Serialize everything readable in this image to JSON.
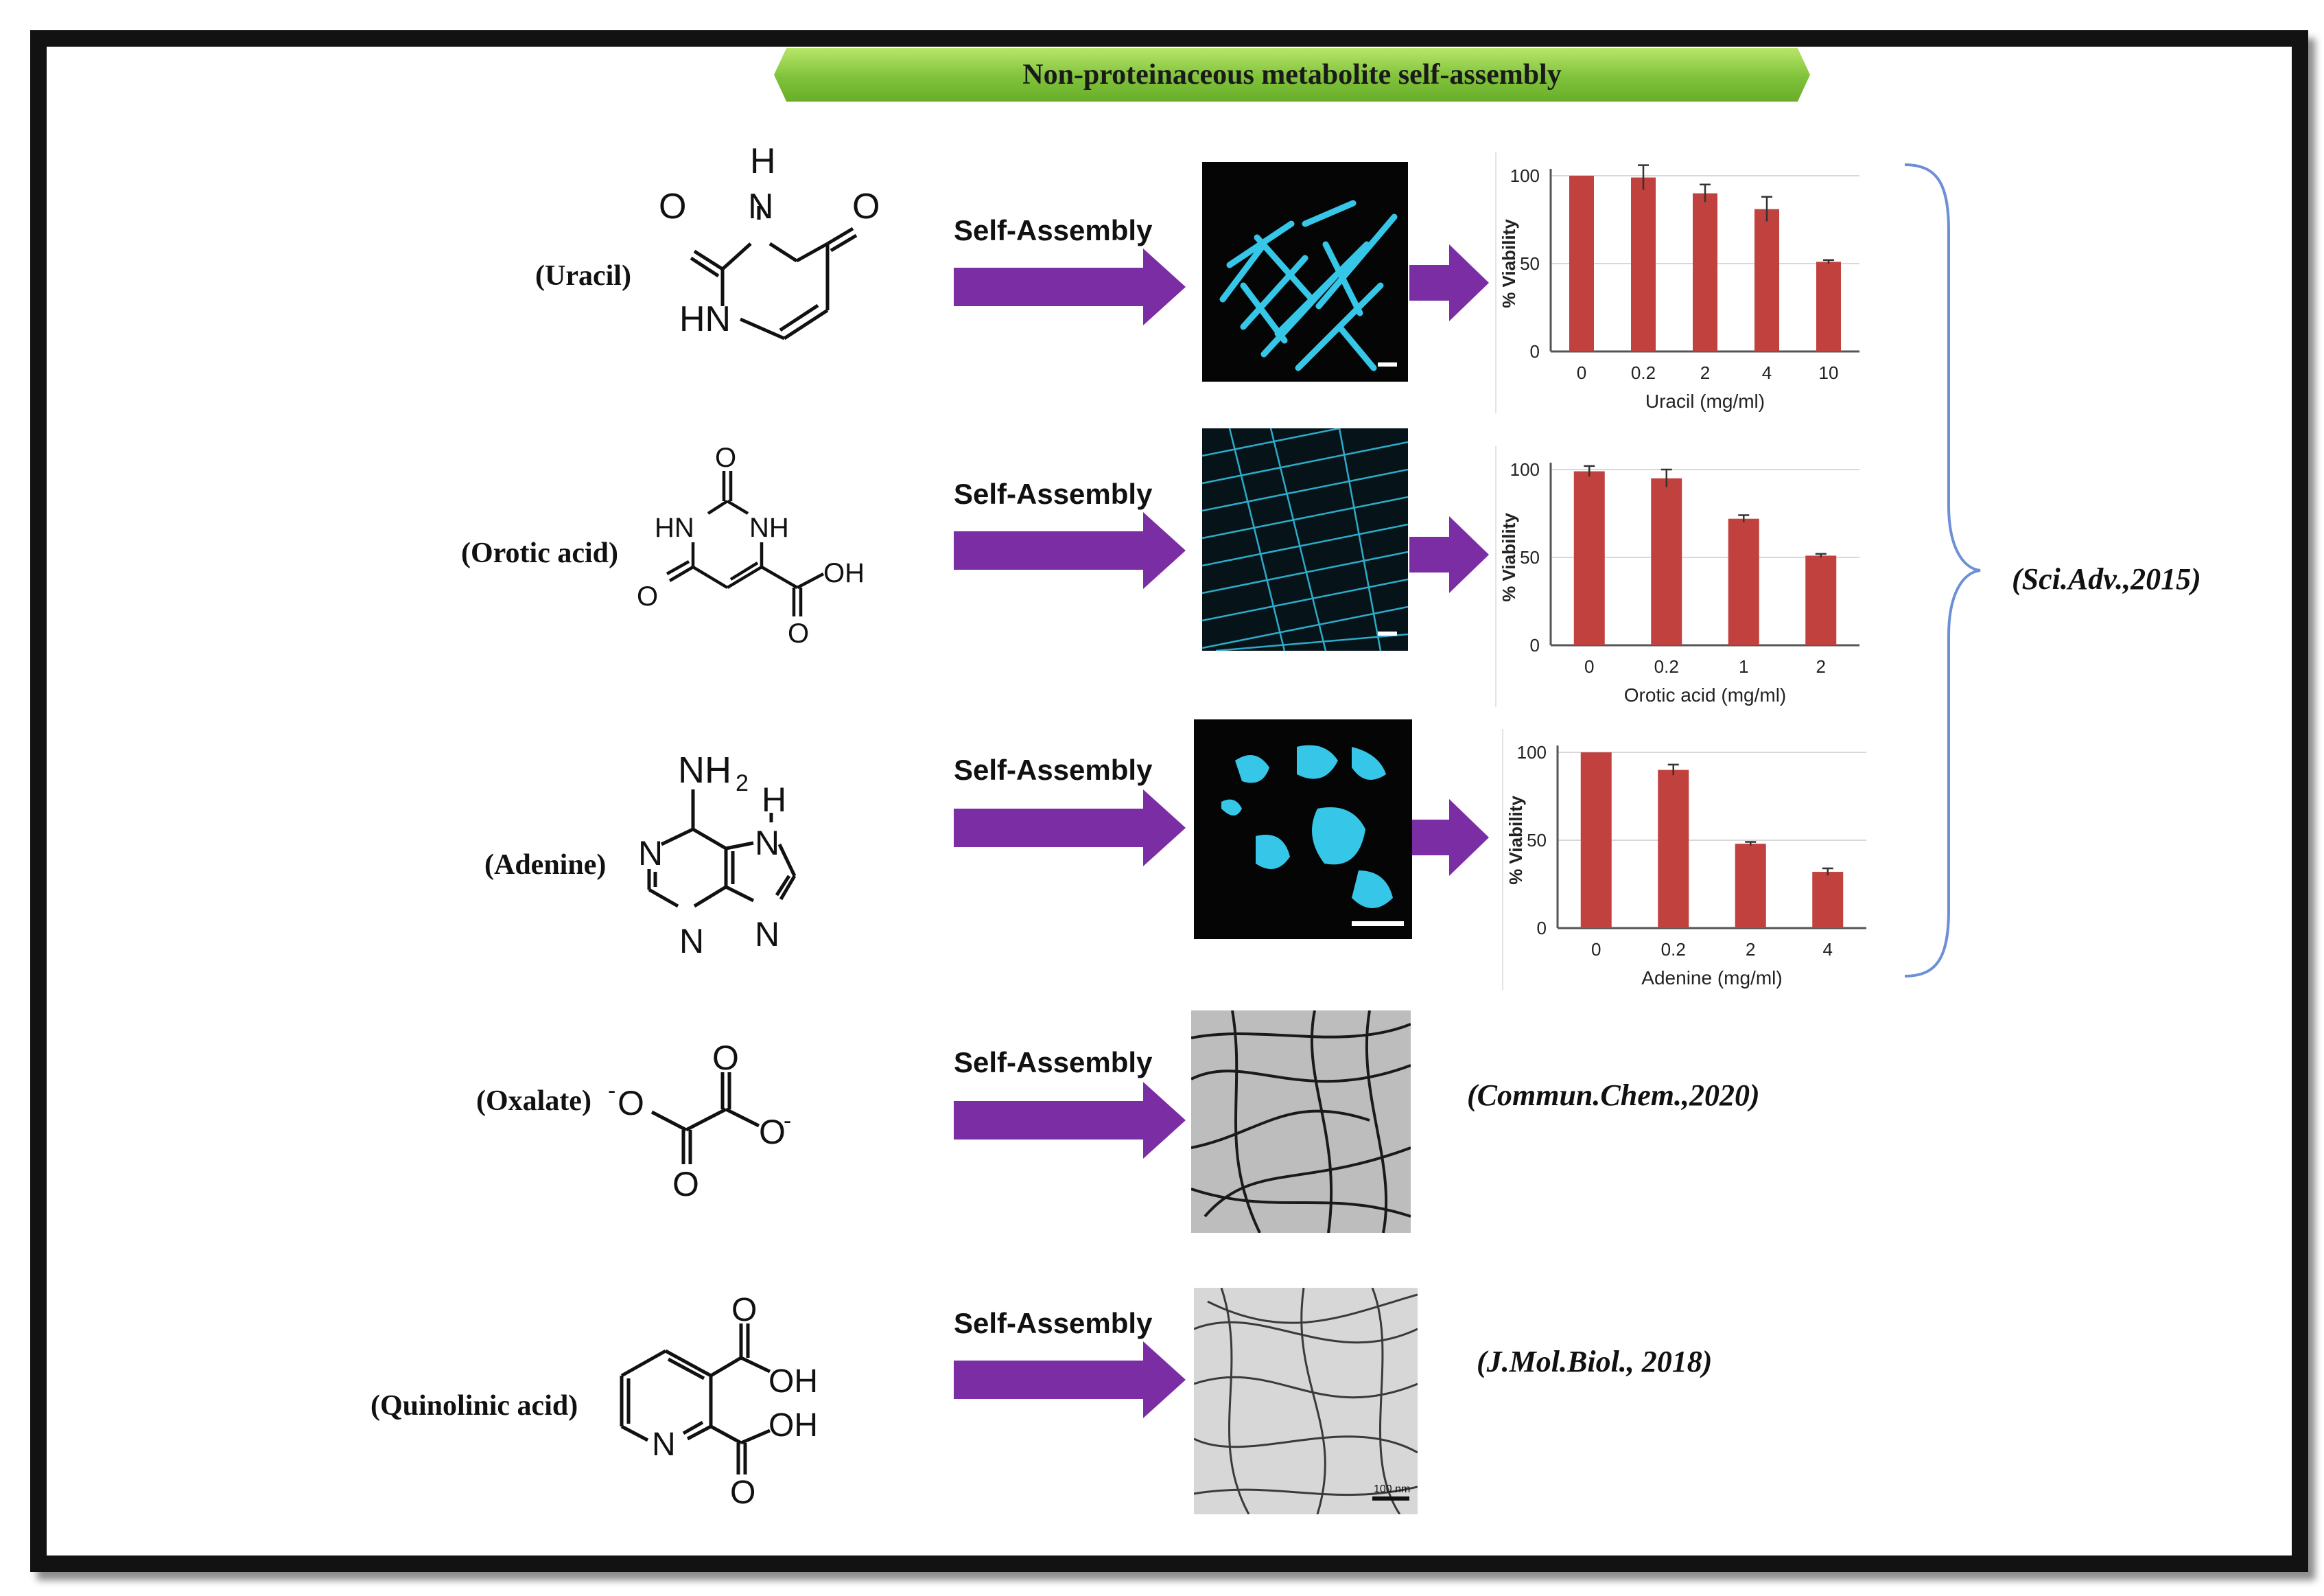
{
  "title": "Non-proteinaceous metabolite self-assembly",
  "colors": {
    "arrow": "#7b2ea4",
    "bar": "#c0413d",
    "micro_fluor": "#35c6e8",
    "title_bar": "#7fc23a",
    "brace": "#6d8fd6"
  },
  "molecules": [
    {
      "id": "uracil",
      "label": "(Uracil)",
      "atoms": {
        "H": "H",
        "N": "N",
        "O": "O",
        "HN": "HN"
      }
    },
    {
      "id": "orotic",
      "label": "(Orotic acid)",
      "atoms": {
        "O": "O",
        "HN": "HN",
        "NH": "NH",
        "OH": "OH"
      }
    },
    {
      "id": "adenine",
      "label": "(Adenine)",
      "atoms": {
        "NH": "NH",
        "sub2": "2",
        "H": "H",
        "N": "N"
      }
    },
    {
      "id": "oxalate",
      "label": "(Oxalate)",
      "atoms": {
        "O": "O",
        "minus": "-"
      }
    },
    {
      "id": "quinolinic",
      "label": "(Quinolinic acid)",
      "atoms": {
        "O": "O",
        "OH": "OH",
        "N": "N"
      }
    }
  ],
  "process_label": "Self-Assembly",
  "micrographs": [
    {
      "id": "uracil",
      "style": "fluorescent"
    },
    {
      "id": "orotic",
      "style": "fluorescent"
    },
    {
      "id": "adenine",
      "style": "fluorescent"
    },
    {
      "id": "oxalate",
      "style": "tem"
    },
    {
      "id": "quinolinic",
      "style": "tem",
      "scale_label": "100 nm"
    }
  ],
  "references": {
    "sci_adv": "(Sci.Adv.,2015)",
    "commun_chem": "(Commun.Chem.,2020)",
    "j_mol_biol": "(J.Mol.Biol., 2018)"
  },
  "chart_data": [
    {
      "type": "bar",
      "categories": [
        "0",
        "0.2",
        "2",
        "4",
        "10"
      ],
      "values": [
        100,
        99,
        90,
        81,
        51
      ],
      "errors": [
        0,
        7,
        5,
        7,
        1
      ],
      "xlabel": "Uracil (mg/ml)",
      "ylabel": "% Viability",
      "ylim": [
        0,
        100
      ],
      "yticks": [
        "0",
        "50",
        "100"
      ],
      "grid": true
    },
    {
      "type": "bar",
      "categories": [
        "0",
        "0.2",
        "1",
        "2"
      ],
      "values": [
        99,
        95,
        72,
        51
      ],
      "errors": [
        3,
        5,
        2,
        1
      ],
      "xlabel": "Orotic acid (mg/ml)",
      "ylabel": "% Viability",
      "ylim": [
        0,
        100
      ],
      "yticks": [
        "0",
        "50",
        "100"
      ],
      "grid": true
    },
    {
      "type": "bar",
      "categories": [
        "0",
        "0.2",
        "2",
        "4"
      ],
      "values": [
        100,
        90,
        48,
        32
      ],
      "errors": [
        0,
        3,
        1,
        2
      ],
      "xlabel": "Adenine (mg/ml)",
      "ylabel": "% Viability",
      "ylim": [
        0,
        100
      ],
      "yticks": [
        "0",
        "50",
        "100"
      ],
      "grid": true
    }
  ]
}
